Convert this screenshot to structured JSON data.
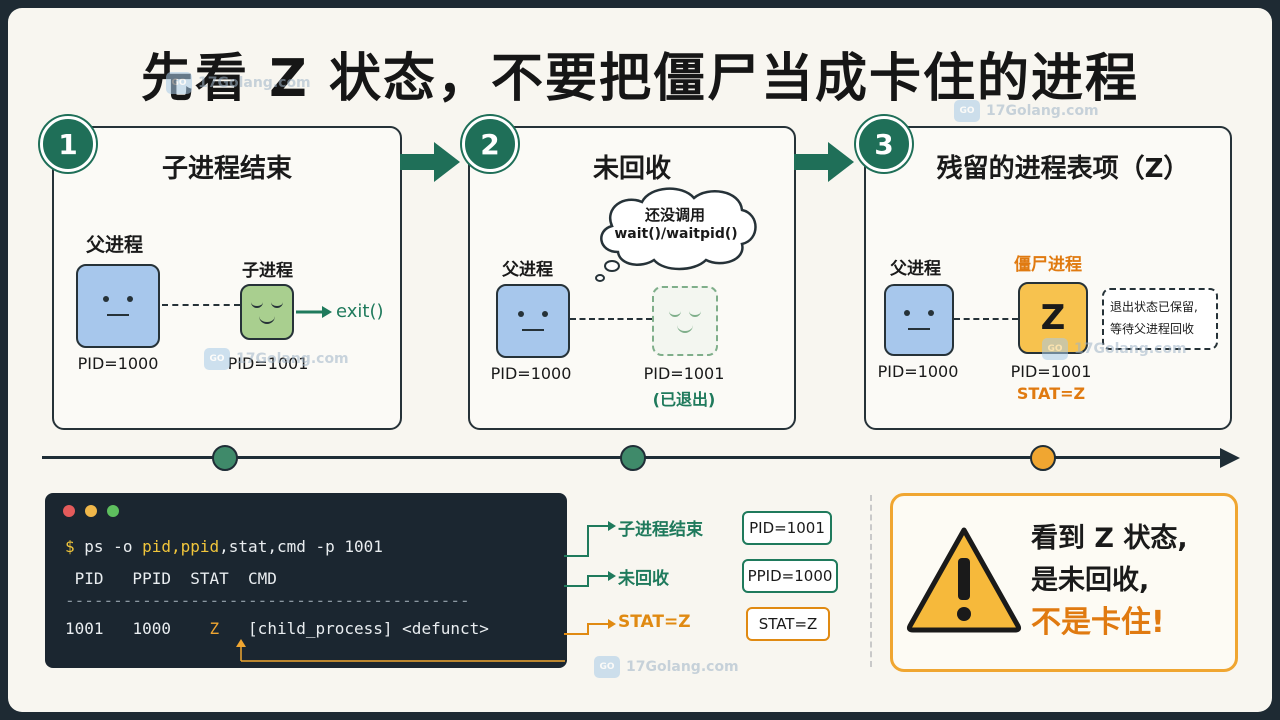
{
  "title": "先看 Z 状态，不要把僵尸当成卡住的进程",
  "panels": [
    {
      "number": "1",
      "title": "子进程结束",
      "parent_label": "父进程",
      "parent_pid": "PID=1000",
      "child_label": "子进程",
      "child_pid": "PID=1001",
      "exit_text": "exit()"
    },
    {
      "number": "2",
      "title": "未回收",
      "bubble_line1": "还没调用",
      "bubble_line2": "wait()/waitpid()",
      "parent_label": "父进程",
      "parent_pid": "PID=1000",
      "child_pid": "PID=1001",
      "child_note": "(已退出)"
    },
    {
      "number": "3",
      "title": "残留的进程表项（Z）",
      "parent_label": "父进程",
      "parent_pid": "PID=1000",
      "zombie_label": "僵尸进程",
      "zombie_letter": "Z",
      "zombie_pid": "PID=1001",
      "zombie_stat": "STAT=Z",
      "note_line1": "退出状态已保留,",
      "note_line2": "等待父进程回收"
    }
  ],
  "terminal": {
    "prompt": "$",
    "command": "ps -o",
    "args_highlight": "pid,ppid",
    "args_rest": ",stat,cmd -p 1001",
    "header": " PID   PPID  STAT  CMD",
    "separator": "------------------------------------------",
    "row_pid": "1001",
    "row_ppid": "1000",
    "row_stat": "Z",
    "row_cmd": "[child_process] <defunct>"
  },
  "annotations": [
    {
      "label": "子进程结束",
      "pill": "PID=1001",
      "color": "#1f7a5c"
    },
    {
      "label": "未回收",
      "pill": "PPID=1000",
      "color": "#1f7a5c"
    },
    {
      "label": "STAT=Z",
      "pill": "STAT=Z",
      "color": "#e08a12"
    }
  ],
  "warning": {
    "line1": "看到 Z 状态,",
    "line2": "是未回收,",
    "line3": "不是卡住!"
  },
  "watermark": {
    "brand": "17Golang.com"
  },
  "colors": {
    "accent_green": "#1f6f58",
    "accent_orange": "#f0a631",
    "parent_blue": "#a7c7ec",
    "child_green": "#a9cf8f",
    "zombie_yellow": "#f7c24e"
  }
}
